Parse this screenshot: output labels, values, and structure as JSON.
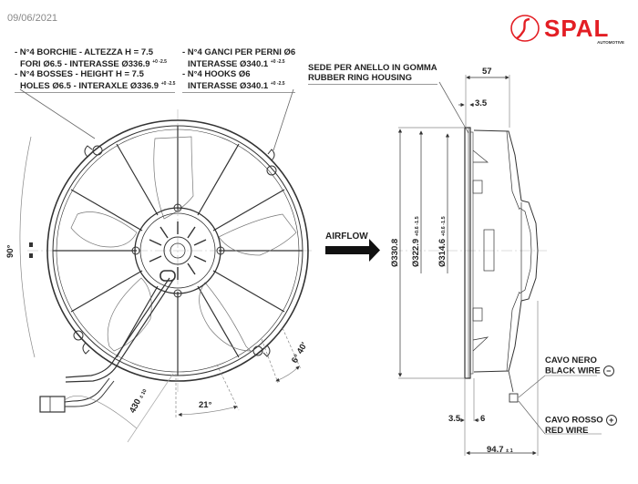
{
  "header": {
    "date": "09/06/2021",
    "brand": {
      "name": "SPAL",
      "subtitle": "AUTOMOTIVE",
      "color": "#e31e24"
    }
  },
  "notes": {
    "bosses": {
      "line1": "- N°4 BORCHIE - ALTEZZA H = 7.5",
      "line2": "FORI Ø6.5 - INTERASSE Ø336.9",
      "line2_tol": "+0 -2.5",
      "line3": "- N°4 BOSSES - HEIGHT H = 7.5",
      "line4": "HOLES Ø6.5 - INTERAXLE Ø336.9",
      "line4_tol": "+0 -2.5"
    },
    "hooks": {
      "line1": "- N°4 GANCI PER PERNI Ø6",
      "line2": "INTERASSE Ø340.1",
      "line2_tol": "+0 -2.5",
      "line3": "- N°4 HOOKS Ø6",
      "line4": "INTERASSE Ø340.1",
      "line4_tol": "+0 -2.5"
    },
    "rubber_ring": {
      "line1": "SEDE PER ANELLO IN GOMMA",
      "line2": "RUBBER RING HOUSING"
    }
  },
  "front_view": {
    "angle_left": "90°",
    "angle_bottom": "21°",
    "angle_hook": "6° 40'",
    "cable_length": "430",
    "cable_tol": "± 10"
  },
  "airflow": {
    "label": "AIRFLOW"
  },
  "side_view": {
    "depth_top": "57",
    "ring_offset_top": "3.5",
    "dia_outer": "Ø330.8",
    "dia_mid": "Ø322.9",
    "dia_mid_tol": "+0.6 -1.5",
    "dia_inner": "Ø314.6",
    "dia_inner_tol": "+0.6 -1.5",
    "offset_bottom_left": "3.5",
    "offset_bottom_right": "6",
    "total_depth": "94.7",
    "total_depth_tol": "± 1"
  },
  "wires": {
    "black": {
      "it": "CAVO NERO",
      "en": "BLACK WIRE",
      "polarity": "−"
    },
    "red": {
      "it": "CAVO ROSSO",
      "en": "RED WIRE",
      "polarity": "+"
    }
  }
}
